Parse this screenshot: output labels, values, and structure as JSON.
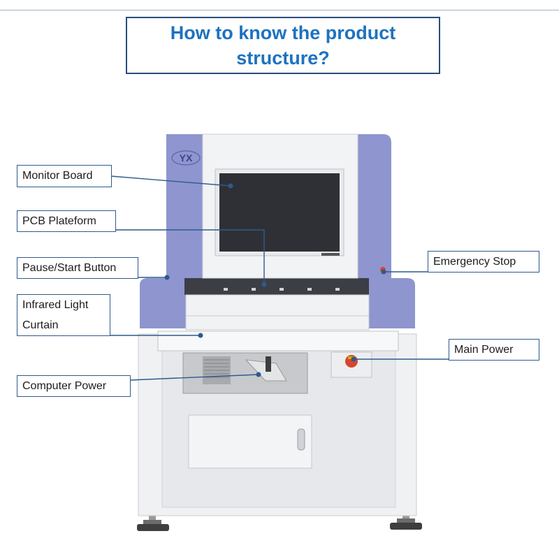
{
  "title": {
    "line1": "How to know the product",
    "line2": "structure?"
  },
  "brand": "YX",
  "labels": {
    "monitor_board": "Monitor Board",
    "pcb_plateform": "PCB Plateform",
    "pause_start_button": "Pause/Start Button",
    "infrared_line1": "Infrared Light",
    "infrared_line2": "Curtain",
    "computer_power": "Computer Power",
    "emergency_stop": "Emergency Stop",
    "main_power": "Main Power"
  },
  "colors": {
    "title_text": "#1d72c0",
    "frame": "#2a4d7c",
    "machine_accent": "#8e95cf",
    "machine_body": "#eef0f3",
    "emergency_red": "#d8452e"
  }
}
